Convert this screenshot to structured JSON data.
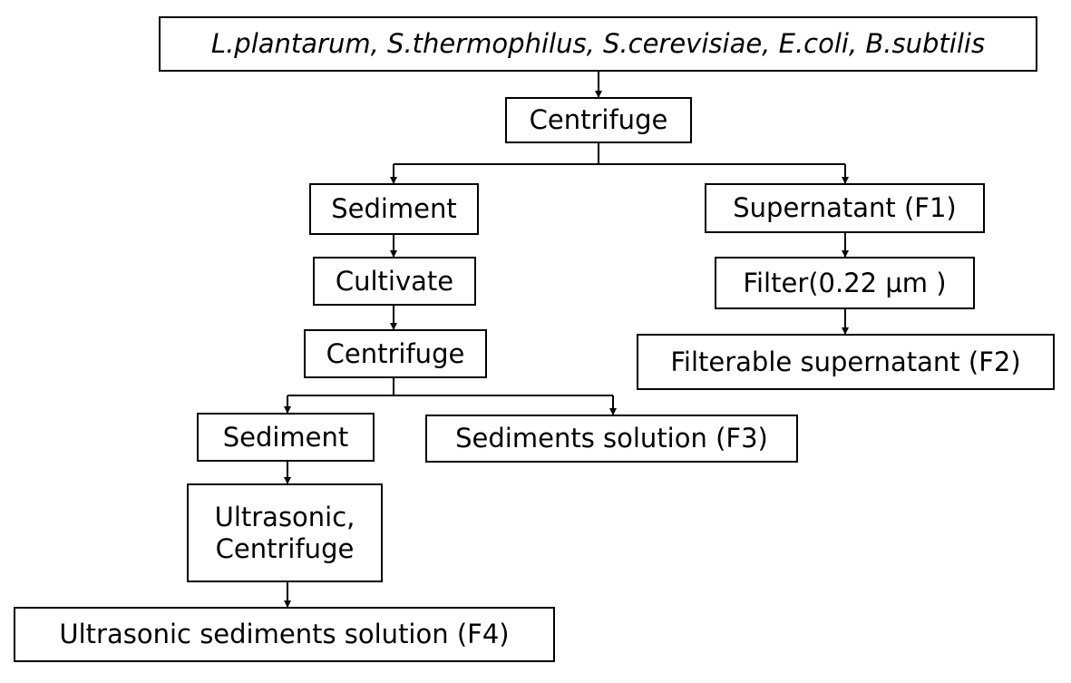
{
  "nodes": {
    "organisms": "L.plantarum, S.thermophilus, S.cerevisiae, E.coli, B.subtilis",
    "centrifuge_1": "Centrifuge",
    "sediment_1": "Sediment",
    "supernatant_f1": "Supernatant (F1)",
    "cultivate": "Cultivate",
    "filter": "Filter(0.22 µm )",
    "centrifuge_2": "Centrifuge",
    "filterable_supernatant_f2": "Filterable supernatant (F2)",
    "sediment_2": "Sediment",
    "sediments_solution_f3": "Sediments solution (F3)",
    "ultrasonic_centrifuge": [
      "Ultrasonic,",
      "Centrifuge"
    ],
    "ultrasonic_sediments_solution_f4": "Ultrasonic sediments solution (F4)"
  },
  "colors": {
    "line": "#000000",
    "box_border": "#000000",
    "background": "#ffffff"
  }
}
